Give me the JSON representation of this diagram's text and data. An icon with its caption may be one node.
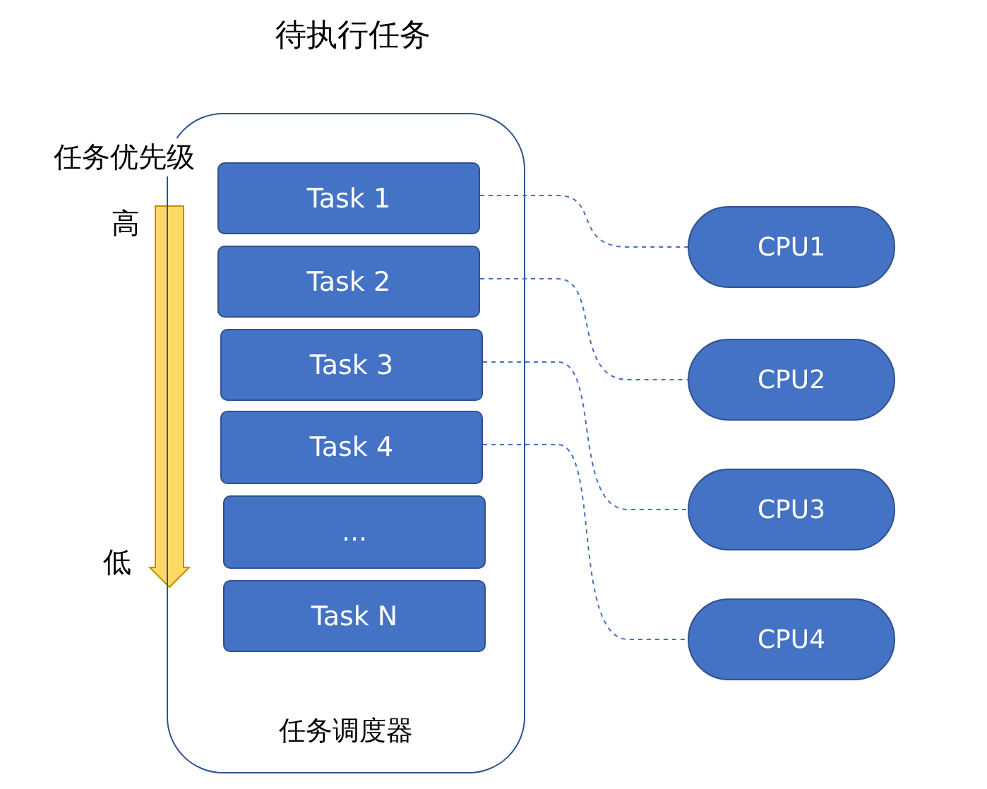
{
  "diagram": {
    "title": "待执行任务",
    "nodes": [
      {
        "text": [
          "任务调度器"
        ]
      },
      {
        "text": [
          "Task 1"
        ],
        "in": 0
      },
      {
        "text": [
          "Task 2"
        ],
        "in": 0
      },
      {
        "text": [
          "Task 3"
        ],
        "in": 0
      },
      {
        "text": [
          "Task 4"
        ],
        "in": 0
      },
      {
        "text": [
          "..."
        ],
        "in": 0
      },
      {
        "text": [
          "Task N"
        ],
        "in": 0
      },
      {
        "text": [
          "CPU1"
        ]
      },
      {
        "text": [
          "CPU2"
        ]
      },
      {
        "text": [
          "CPU3"
        ]
      },
      {
        "text": [
          "CPU4"
        ]
      }
    ],
    "edges": [
      {
        "from": 1,
        "to": 7,
        "arrow": "none",
        "style": "dashed"
      },
      {
        "from": 2,
        "to": 8,
        "arrow": "none",
        "style": "dashed"
      },
      {
        "from": 3,
        "to": 9,
        "arrow": "none",
        "style": "dashed"
      },
      {
        "from": 4,
        "to": 10,
        "arrow": "none",
        "style": "dashed"
      }
    ],
    "labels": [
      "任务优先级",
      "高",
      "低"
    ]
  }
}
